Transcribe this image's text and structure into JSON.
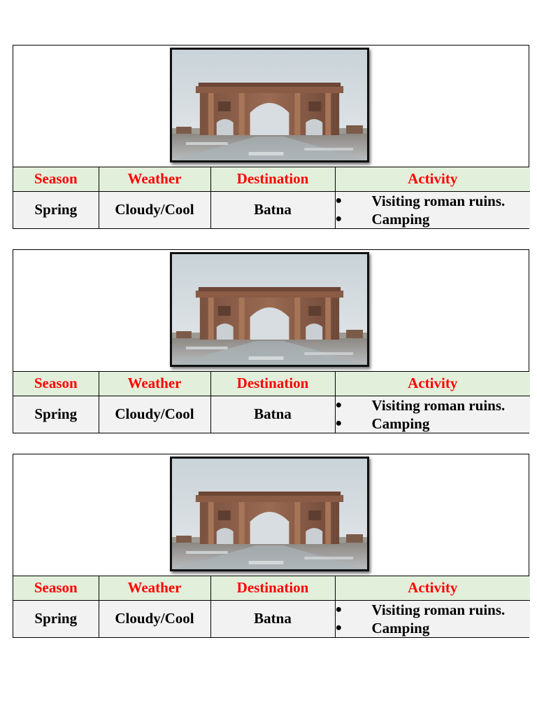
{
  "cards": [
    {
      "photo_alt": "roman-arch-photo",
      "headers": {
        "season": "Season",
        "weather": "Weather",
        "destination": "Destination",
        "activity": "Activity"
      },
      "row": {
        "season": "Spring",
        "weather": "Cloudy/Cool",
        "destination": "Batna",
        "activities": [
          "Visiting roman ruins.",
          "Camping"
        ]
      }
    },
    {
      "photo_alt": "roman-arch-photo",
      "headers": {
        "season": "Season",
        "weather": "Weather",
        "destination": "Destination",
        "activity": "Activity"
      },
      "row": {
        "season": "Spring",
        "weather": "Cloudy/Cool",
        "destination": "Batna",
        "activities": [
          "Visiting roman ruins.",
          "Camping"
        ]
      }
    },
    {
      "photo_alt": "roman-arch-photo",
      "headers": {
        "season": "Season",
        "weather": "Weather",
        "destination": "Destination",
        "activity": "Activity"
      },
      "row": {
        "season": "Spring",
        "weather": "Cloudy/Cool",
        "destination": "Batna",
        "activities": [
          "Visiting roman ruins.",
          "Camping"
        ]
      }
    }
  ],
  "colors": {
    "header_text": "#ff0000",
    "header_bg": "#e2efda",
    "row_bg": "#f2f2f2"
  },
  "bullet_icon": "bullet-icon"
}
